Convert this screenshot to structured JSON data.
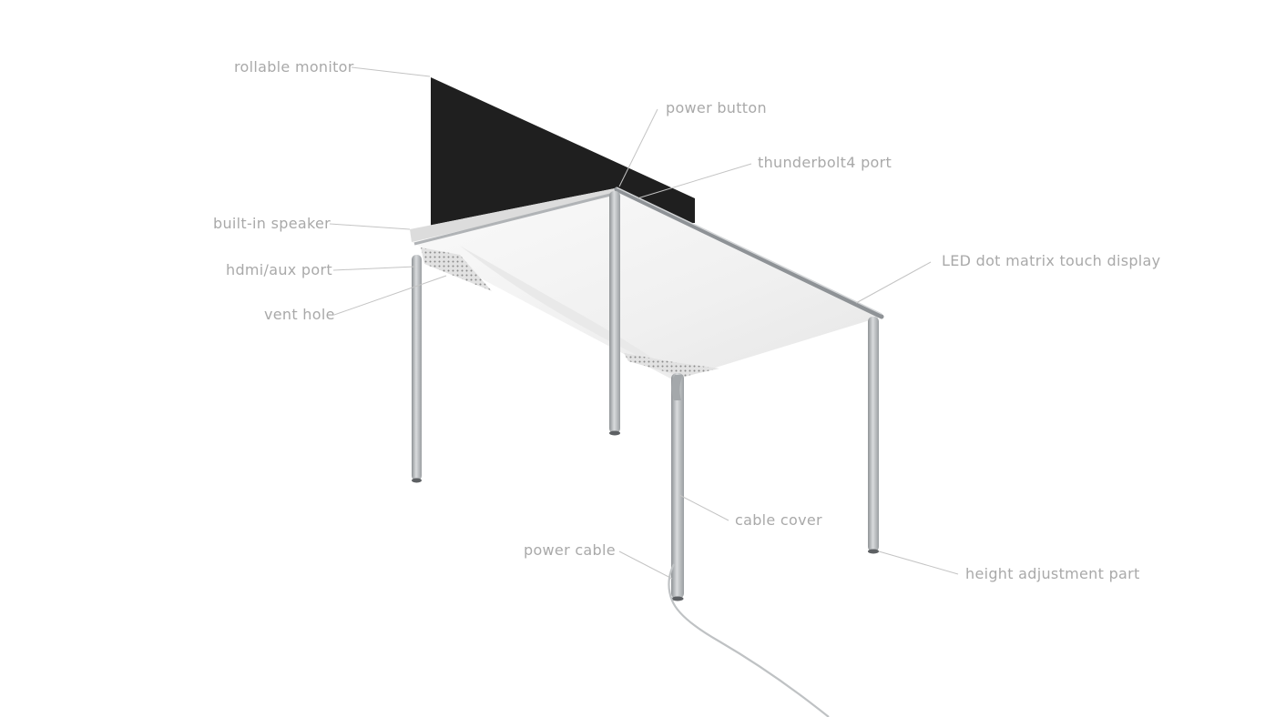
{
  "callouts": {
    "rollable_monitor": "rollable monitor",
    "power_button": "power button",
    "thunderbolt4_port": "thunderbolt4 port",
    "built_in_speaker": "built-in speaker",
    "hdmi_aux_port": "hdmi/aux port",
    "vent_hole": "vent hole",
    "led_display": "LED dot matrix touch display",
    "cable_cover": "cable cover",
    "power_cable": "power cable",
    "height_adjustment": "height adjustment part"
  },
  "colors": {
    "label_text": "#a9a9a9",
    "leader_line": "#c4c4c4",
    "monitor_panel": "#1f1f1f",
    "desk_top": "#f3f3f3",
    "frame_metal": "#b7babd"
  }
}
